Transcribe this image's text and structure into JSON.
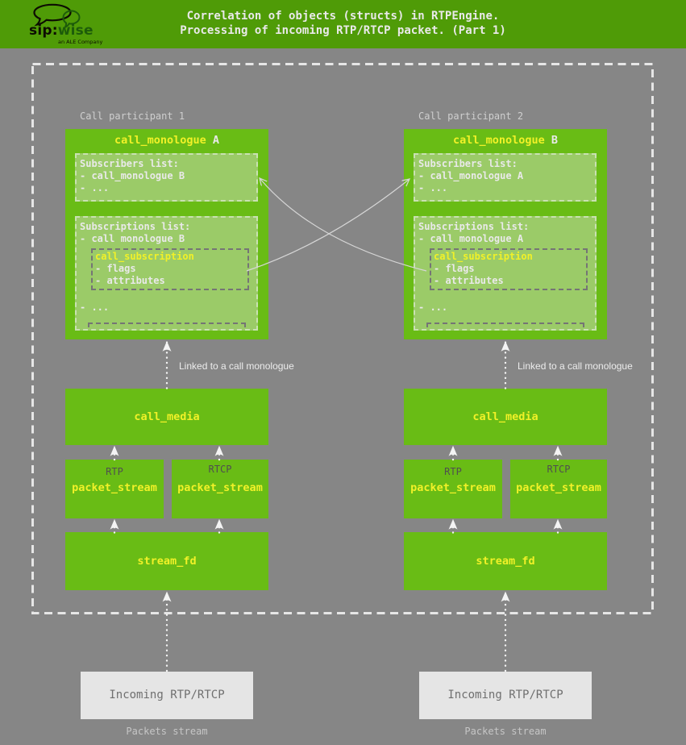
{
  "header": {
    "title_line1": "Correlation of objects (structs) in RTPEngine.",
    "title_line2": "Processing of incoming RTP/RTCP packet. (Part 1)",
    "logo": {
      "brand_sip": "sip:",
      "brand_wise": "wise",
      "tagline": "an ALE Company"
    }
  },
  "colors": {
    "header_green": "#4f9b07",
    "box_green": "#69bc15",
    "inner_green": "#9bcb68",
    "background_gray": "#868686",
    "yellow_text": "#f1f128",
    "white_text": "#e9e9e9",
    "incoming_box": "#e5e5e5",
    "logo_wise_green": "#1d5c0a"
  },
  "participants": [
    {
      "label": "Call participant 1",
      "monologue": {
        "title": "call_monologue",
        "suffix": "A",
        "subscribers": {
          "title": "Subscribers list:",
          "item1": "- call_monologue B",
          "item2": "- ..."
        },
        "subscriptions": {
          "title": "Subscriptions list:",
          "item1": "- call monologue B",
          "subscription": {
            "title": "call_subscription",
            "item1": "- flags",
            "item2": "- attributes"
          },
          "more": "- ..."
        }
      },
      "linked_label": "Linked to a call monologue",
      "call_media": "call_media",
      "streams": [
        {
          "protocol": "RTP",
          "label": "packet_stream"
        },
        {
          "protocol": "RTCP",
          "label": "packet_stream"
        }
      ],
      "stream_fd": "stream_fd",
      "incoming": "Incoming RTP/RTCP",
      "packets_stream": "Packets stream"
    },
    {
      "label": "Call participant 2",
      "monologue": {
        "title": "call_monologue",
        "suffix": "B",
        "subscribers": {
          "title": "Subscribers list:",
          "item1": "- call_monologue A",
          "item2": "- ..."
        },
        "subscriptions": {
          "title": "Subscriptions list:",
          "item1": "- call monologue A",
          "subscription": {
            "title": "call_subscription",
            "item1": "- flags",
            "item2": "- attributes"
          },
          "more": "- ..."
        }
      },
      "linked_label": "Linked to a call monologue",
      "call_media": "call_media",
      "streams": [
        {
          "protocol": "RTP",
          "label": "packet_stream"
        },
        {
          "protocol": "RTCP",
          "label": "packet_stream"
        }
      ],
      "stream_fd": "stream_fd",
      "incoming": "Incoming RTP/RTCP",
      "packets_stream": "Packets stream"
    }
  ]
}
